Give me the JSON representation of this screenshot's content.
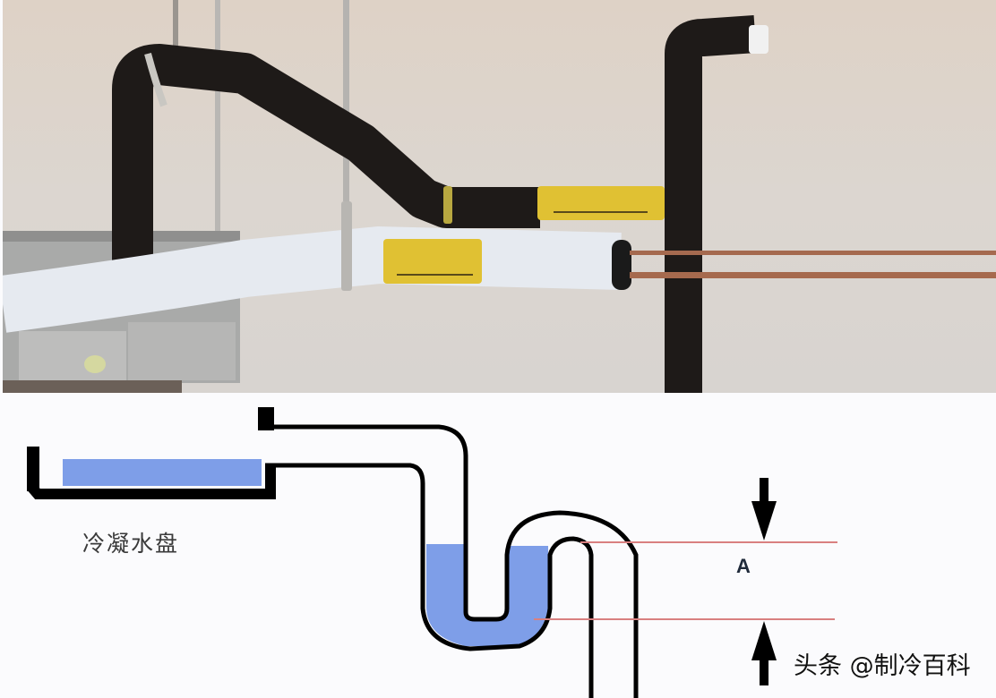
{
  "photo": {
    "description": "Installed condensate drain pipes with insulation",
    "label_tags": [
      "yellow-label-upper",
      "yellow-label-lower"
    ],
    "colors": {
      "wall": "#dcd5ce",
      "black_insulation": "#1e1a18",
      "white_insulation": "#e6eaf0",
      "yellow_tag": "#e0c133",
      "copper_pipe": "#a56a4f"
    }
  },
  "diagram": {
    "pan_label": "冷凝水盘",
    "dimension_label": "A",
    "watermark": "头条 @制冷百科",
    "colors": {
      "pipe_outline": "#000000",
      "water": "#7e9ee8",
      "guide_line": "#d98080",
      "arrow": "#000000"
    }
  }
}
